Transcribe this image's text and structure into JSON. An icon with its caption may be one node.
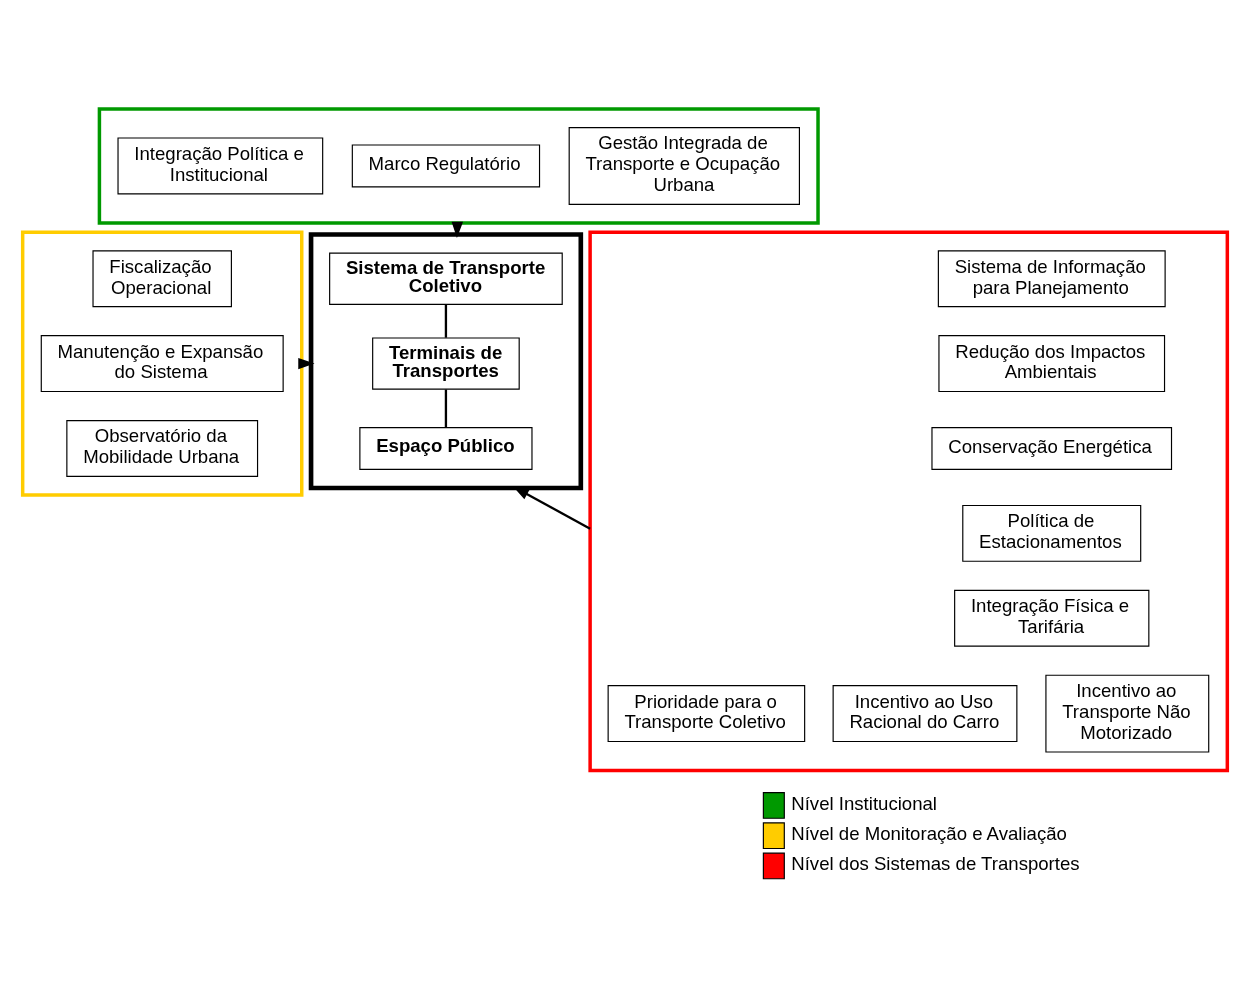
{
  "diagram": {
    "nodes": [
      {
        "text": [],
        "shape": "box"
      },
      {
        "text": [
          "Integração Política e Institucional"
        ],
        "in": 0
      },
      {
        "text": [
          "Marco Regulatório"
        ],
        "in": 0
      },
      {
        "text": [
          "Gestão Integrada de Transporte e Ocupação Urbana"
        ],
        "in": 0
      },
      {
        "text": [],
        "shape": "box"
      },
      {
        "text": [
          "Fiscalização Operacional"
        ],
        "in": 4
      },
      {
        "text": [
          "Manutenção e Expansão do Sistema"
        ],
        "in": 4
      },
      {
        "text": [
          "Observatório da Mobilidade Urbana"
        ],
        "in": 4
      },
      {
        "text": [],
        "shape": "box"
      },
      {
        "text": [
          "Sistema de Transporte Coletivo"
        ],
        "in": 8
      },
      {
        "text": [
          "Terminais de Transportes"
        ],
        "in": 8
      },
      {
        "text": [
          "Espaço Público"
        ],
        "in": 8
      },
      {
        "text": [],
        "shape": "box"
      },
      {
        "text": [
          "Sistema de Informação para Planejamento"
        ],
        "in": 12
      },
      {
        "text": [
          "Redução dos Impactos Ambientais"
        ],
        "in": 12
      },
      {
        "text": [
          "Conservação Energética"
        ],
        "in": 12
      },
      {
        "text": [
          "Política de Estacionamentos"
        ],
        "in": 12
      },
      {
        "text": [
          "Integração Física e Tarifária"
        ],
        "in": 12
      },
      {
        "text": [
          "Prioridade para o Transporte Coletivo"
        ],
        "in": 12
      },
      {
        "text": [
          "Incentivo ao Uso Racional do Carro"
        ],
        "in": 12
      },
      {
        "text": [
          "Incentivo ao Transporte Não Motorizado"
        ],
        "in": 12
      }
    ],
    "edges": [
      {
        "from": 0,
        "to": 8,
        "arrow": "to"
      },
      {
        "from": 4,
        "to": 8,
        "arrow": "to"
      },
      {
        "from": 12,
        "to": 8,
        "arrow": "to"
      },
      {
        "from": 9,
        "to": 10,
        "arrow": "none"
      },
      {
        "from": 10,
        "to": 11,
        "arrow": "none"
      }
    ],
    "legend": [
      {
        "text": "Nível Institucional",
        "color": "#009900"
      },
      {
        "text": "Nível de Monitoração e Avaliação",
        "color": "#ffcc00"
      },
      {
        "text": "Nível dos Sistemas de Transportes",
        "color": "#ff0000"
      }
    ]
  }
}
